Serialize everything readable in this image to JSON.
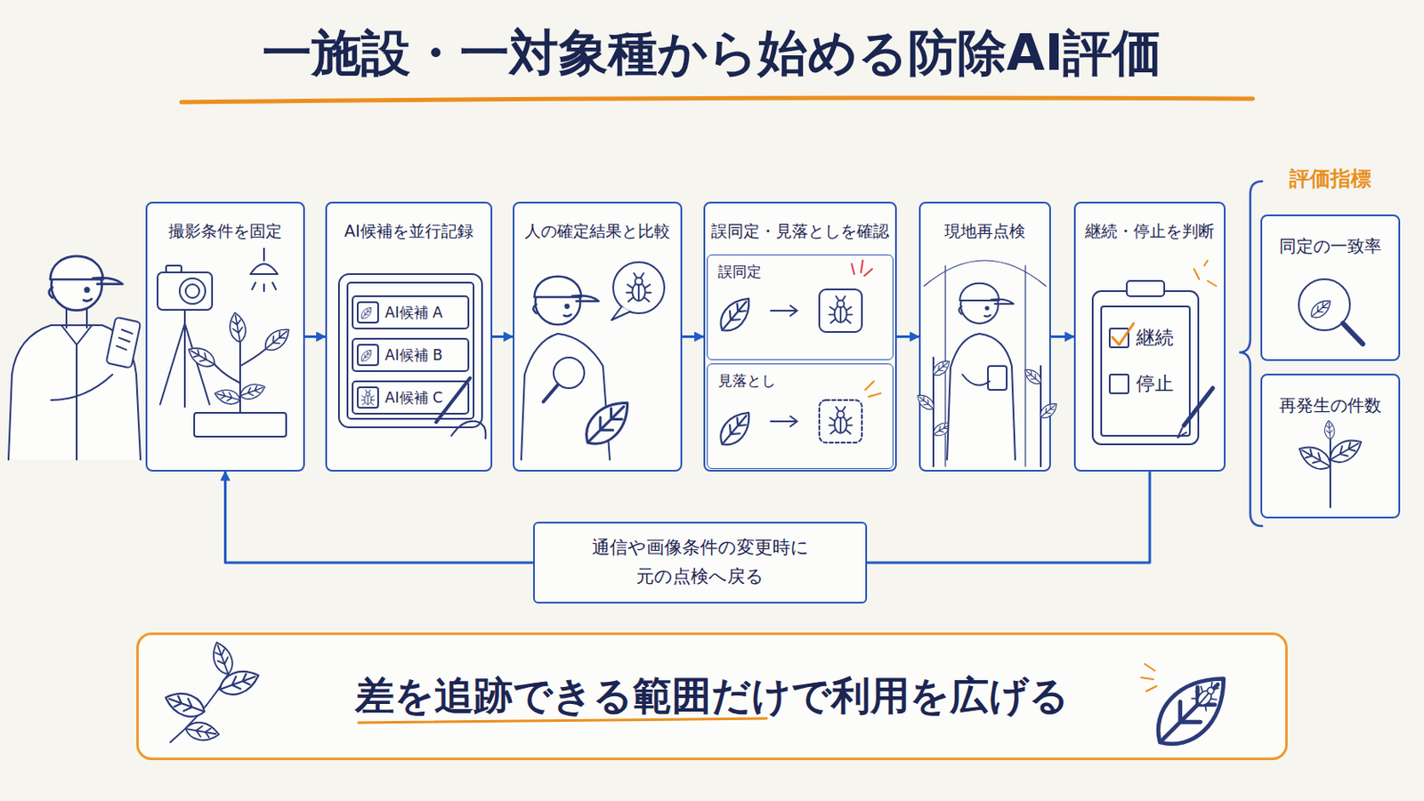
{
  "diagram": {
    "title": "一施設・一対象種から始める防除AI評価",
    "nodes": [
      {
        "text": [
          "撮影条件を固定"
        ]
      },
      {
        "text": [
          "AI候補を並行記録"
        ]
      },
      {
        "text": [
          "人の確定結果と比較"
        ]
      },
      {
        "text": [
          "誤同定・見落としを確認"
        ]
      },
      {
        "text": [
          "誤同定"
        ],
        "in": 3
      },
      {
        "text": [
          "見落とし"
        ],
        "in": 3
      },
      {
        "text": [
          "現地再点検"
        ]
      },
      {
        "text": [
          "継続・停止を判断"
        ]
      },
      {
        "text": [
          "通信や画像条件の変更時に 元の点検へ戻る"
        ]
      },
      {
        "text": [
          "同定の一致率"
        ]
      },
      {
        "text": [
          "再発生の件数"
        ]
      },
      {
        "text": [
          "差を追跡できる範囲だけで利用を広げる"
        ]
      }
    ],
    "edges": [
      {
        "from": 0,
        "to": 1,
        "arrow": "to"
      },
      {
        "from": 1,
        "to": 2,
        "arrow": "to"
      },
      {
        "from": 2,
        "to": 3,
        "arrow": "to"
      },
      {
        "from": 3,
        "to": 6,
        "arrow": "to"
      },
      {
        "from": 6,
        "to": 7,
        "arrow": "to"
      },
      {
        "from": 7,
        "to": 8,
        "arrow": "none"
      },
      {
        "from": 8,
        "to": 0,
        "arrow": "to"
      }
    ],
    "labels": [
      "AI候補 A",
      "AI候補 B",
      "AI候補 C",
      "継続",
      "停止",
      "評価指標"
    ]
  }
}
